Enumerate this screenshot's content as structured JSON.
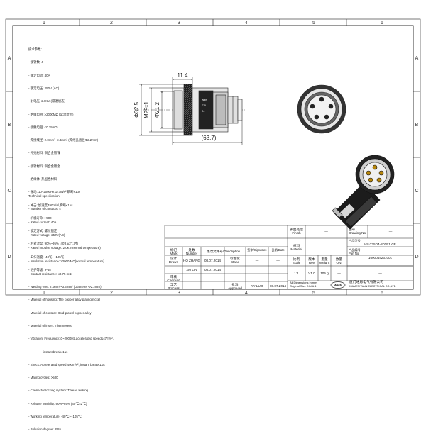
{
  "border": {
    "top_numbers": [
      "1",
      "2",
      "3",
      "4",
      "5",
      "6"
    ],
    "bottom_numbers": [
      "1",
      "2",
      "3",
      "4",
      "5",
      "6"
    ],
    "left_letters": [
      "A",
      "B",
      "C",
      "D"
    ],
    "right_letters": [
      "A",
      "B",
      "C",
      "D"
    ]
  },
  "dimensions": {
    "pin_length": "11.4",
    "outer_diameter": "32.5",
    "thread": "M29x1",
    "inner_diameter": "21.2",
    "total_length": "(63.7)"
  },
  "spec_cn": [
    "技术参数:",
    "- 接针数: 4",
    "- 额定电流: 40A",
    "- 额定电压: 250V (AC)",
    "- 耐电压: 2.0KV (常温状态)",
    "- 绝缘电阻: ≥2000MΩ (常温状态)",
    "- 接触电阻: ≤0.75mΩ",
    "- 焊接线径: 2.0mm²~3.3mm² (焊线孔直径Φ2.2mm)",
    "- 外壳材料: 铜合金镀镍",
    "- 接针材料: 铜合金镀金",
    "- 绝缘体: 热固性材料",
    "- 振动: 10~2000Hz,147m/s²,瞬断≤1us",
    "- 冲击: 加速度490m/s²,瞬断≤1us",
    "- 机械寿命: >500",
    "- 锁定方式: 螺纹锁定",
    "- 相对湿度: 90%~95% (40℃±2℃时)",
    "- 工作温度: -40℃~+105℃",
    "- 防护等级: IP65"
  ],
  "spec_en": [
    "Technical specification:",
    "- Number of contacts: 4",
    "- Rated current: 40A",
    "- Rated voltage: 250V(AC)",
    "- Rated impulse voltage: 2.0KV(normal temperature)",
    "- Insulation resistance: >2000 MΩ(normal temperature)",
    "- Contact resistance: ≤0.75 mΩ",
    "- Welding wire: 2.0mm²~3.3mm² (Diameter Φ2.2mm)",
    "- Material of housing: The copper alloy plating nickel",
    "- Material of contact: Gold-plated copper alloy",
    "- Material of insert: Thermosets",
    "- Vibration: Frequency10~2000Hz,accelerated speed147m/s²,",
    "                 instant break≤1us",
    "- Shock: Accelerated speed 490m/s², instant break≤1us",
    "- Mating cycles: >500",
    "- Connector locking system: Thread locking",
    "- Relative humidity: 90%~95% (40℃±2℃)",
    "- Working temperature: -40℃~+105℃",
    "- Pollution degree: IP65"
  ],
  "title_block": {
    "marks_cn": "标记",
    "marks_en": "Mark",
    "count_cn": "处数",
    "count_en": "Number",
    "change_cn": "更改文件号/Description",
    "sign_cn": "签字/Signature",
    "date_cn": "日期/Date",
    "drawn_cn": "设计",
    "drawn_en": "Drawn",
    "drawn_name": "HQ ZHANG",
    "drawn_date": "08.07.2014",
    "checked_cn": "审核",
    "checked_en": "Checked",
    "checked_name": "ZM LIN",
    "checked_date": "08.07.2014",
    "process_cn": "工艺",
    "process_en": "Process",
    "stand_cn": "标准化",
    "stand_en": "Stand",
    "approved_cn": "批准",
    "approved_en": "Approved",
    "approved_name": "YY LUO",
    "approved_date": "08.07.2014",
    "dash": "—",
    "finish_cn": "表面处理",
    "finish_en": "Finish",
    "material_cn": "材料",
    "material_en": "Material",
    "scale_cn": "比例",
    "scale_en": "Scale",
    "scale": "1:1",
    "rev_cn": "版本",
    "rev_en": "Rev",
    "rev": "V1.0",
    "weight_cn": "重量",
    "weight_en": "Weight",
    "weight": "105 g",
    "qty_cn": "数量",
    "qty_en": "Qty.",
    "drawing_no_cn": "图号",
    "drawing_no_en": "Drawing No.",
    "model_cn": "产品型号",
    "model_en": "Part No.",
    "model": "HY-T25D4-S01E1-GF",
    "part_no_cn": "产品编号",
    "part_no_en": "Part No.",
    "part_no": "1690044231001",
    "units_note_1": "All Dimensions in mm",
    "units_note_2": "Original Size DIN A 4",
    "company_cn": "厦门唯恩电气有限公司",
    "company_en": "XIAMEN WAIN ELECTRICAL CO.,LTD",
    "logo_text": "WAIN"
  }
}
